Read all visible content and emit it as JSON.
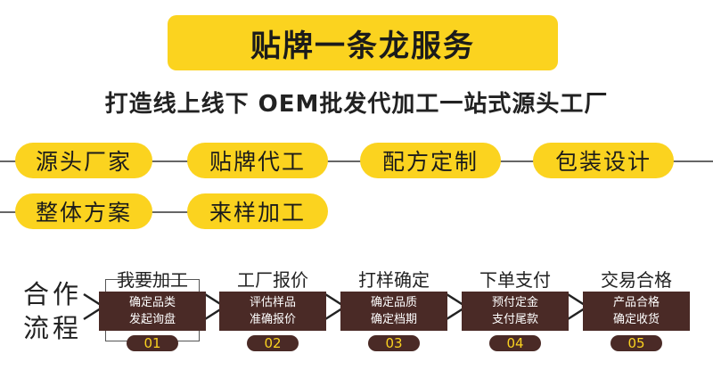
{
  "title": "贴牌一条龙服务",
  "subtitle": "打造线上线下 OEM批发代加工一站式源头工厂",
  "services_row1": [
    "源头厂家",
    "贴牌代工",
    "配方定制",
    "包装设计"
  ],
  "services_row2": [
    "整体方案",
    "来样加工"
  ],
  "flow": {
    "label_line1": "合作",
    "label_line2": "流程",
    "steps": [
      {
        "title": "我要加工",
        "line1": "确定品类",
        "line2": "发起询盘",
        "num": "01"
      },
      {
        "title": "工厂报价",
        "line1": "评估样品",
        "line2": "准确报价",
        "num": "02"
      },
      {
        "title": "打样确定",
        "line1": "确定品质",
        "line2": "确定档期",
        "num": "03"
      },
      {
        "title": "下单支付",
        "line1": "预付定金",
        "line2": "支付尾款",
        "num": "04"
      },
      {
        "title": "交易合格",
        "line1": "产品合格",
        "line2": "确定收货",
        "num": "05"
      }
    ]
  },
  "colors": {
    "accent": "#fbd31f",
    "box": "#4a2a26",
    "text": "#222222"
  }
}
